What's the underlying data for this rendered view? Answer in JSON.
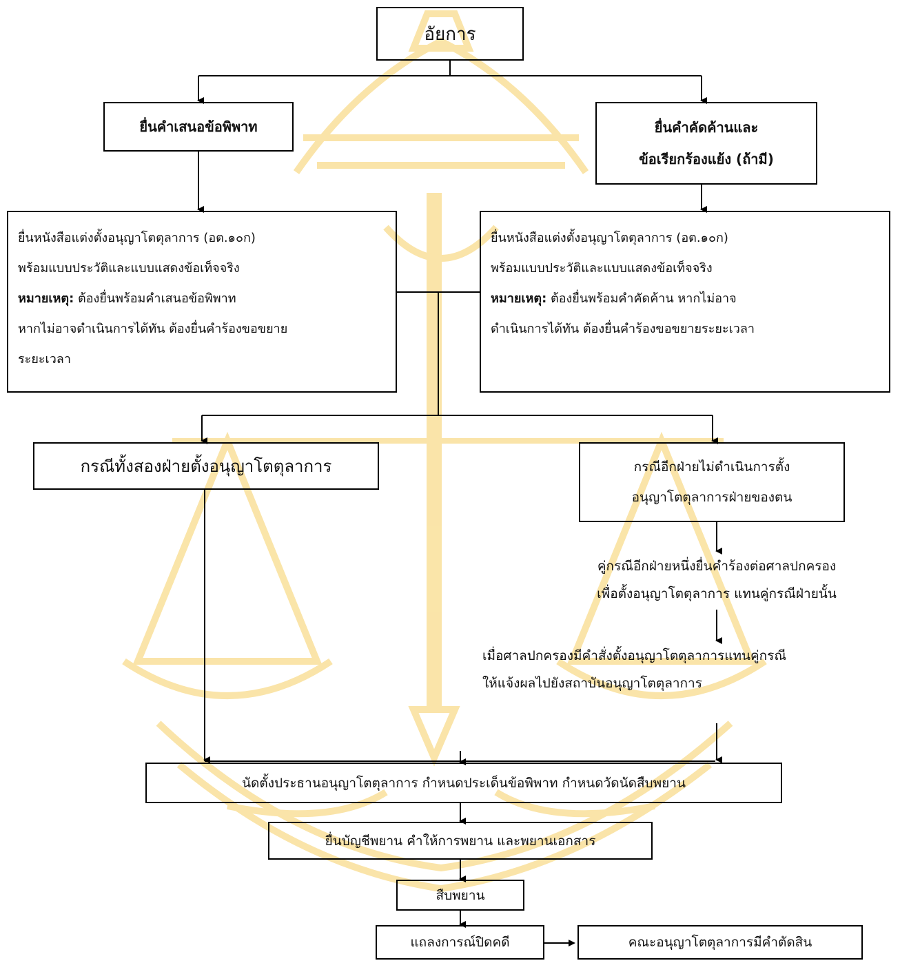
{
  "nodes": {
    "prosecutor": {
      "text": "อัยการ"
    },
    "submit_dispute": {
      "text": "ยื่นคำเสนอข้อพิพาท"
    },
    "submit_objection": {
      "line1": "ยื่นคำคัดค้านและ",
      "line2": "ข้อเรียกร้องแย้ง (ถ้ามี)"
    },
    "appoint_left": {
      "line1": "ยื่นหนังสือแต่งตั้งอนุญาโตตุลาการ (อต.๑๐ก)",
      "line2": "พร้อมแบบประวัติและแบบแสดงข้อเท็จจริง",
      "note_label": "หมายเหตุ:",
      "note_text": " ต้องยื่นพร้อมคำเสนอข้อพิพาท",
      "line4": "หากไม่อาจดำเนินการได้ทัน ต้องยื่นคำร้องขอขยาย",
      "line5": "ระยะเวลา"
    },
    "appoint_right": {
      "line1": "ยื่นหนังสือแต่งตั้งอนุญาโตตุลาการ (อต.๑๐ก)",
      "line2": "พร้อมแบบประวัติและแบบแสดงข้อเท็จจริง",
      "note_label": "หมายเหตุ:",
      "note_text": " ต้องยื่นพร้อมคำคัดค้าน หากไม่อาจ",
      "line4": "ดำเนินการได้ทัน ต้องยื่นคำร้องขอขยายระยะเวลา"
    },
    "both_appoint": {
      "text": "กรณีทั้งสองฝ่ายตั้งอนุญาโตตุลาการ"
    },
    "one_not_appoint": {
      "line1": "กรณีอีกฝ่ายไม่ดำเนินการตั้ง",
      "line2": "อนุญาโตตุลาการฝ่ายของตน"
    },
    "petition_court": {
      "line1": "คู่กรณีอีกฝ่ายหนึ่งยื่นคำร้องต่อศาลปกครอง",
      "line2": "เพื่อตั้งอนุญาโตตุลาการ แทนคู่กรณีฝ่ายนั้น"
    },
    "court_order": {
      "line1": "เมื่อศาลปกครองมีคำสั่งตั้งอนุญาโตตุลาการแทนคู่กรณี",
      "line2": "ให้แจ้งผลไปยังสถาบันอนุญาโตตุลาการ"
    },
    "appoint_chair": {
      "text": "นัดตั้งประธานอนุญาโตตุลาการ กำหนดประเด็นข้อพิพาท กำหนดวัดนัดสืบพยาน"
    },
    "submit_witness": {
      "text": "ยื่นบัญชีพยาน คำให้การพยาน และพยานเอกสาร"
    },
    "hearing": {
      "text": "สืบพยาน"
    },
    "closing": {
      "text": "แถลงการณ์ปิดคดี"
    },
    "award": {
      "text": "คณะอนุญาโตตุลาการมีคำตัดสิน"
    }
  },
  "colors": {
    "line": "#000000",
    "watermark": "#f4c74a"
  }
}
